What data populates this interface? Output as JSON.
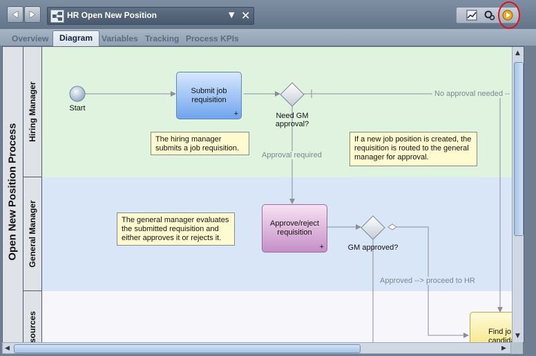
{
  "window": {
    "title": "HR Open New Position",
    "back_icon": "arrow-left-icon",
    "forward_icon": "arrow-right-icon",
    "close_glyph": "✕",
    "dropdown_glyph": "▼"
  },
  "toolbar": {
    "icons": [
      "chart-icon",
      "settings-gears-icon",
      "run-play-icon"
    ],
    "highlight_color": "#e0101a"
  },
  "tabs": [
    {
      "label": "Overview",
      "active": false
    },
    {
      "label": "Diagram",
      "active": true
    },
    {
      "label": "Variables",
      "active": false
    },
    {
      "label": "Tracking",
      "active": false
    },
    {
      "label": "Process KPIs",
      "active": false
    }
  ],
  "diagram": {
    "pool": "Open New Position Process",
    "lanes": [
      {
        "label": "Hiring Manager",
        "color": "#dff3de"
      },
      {
        "label": "General Manager",
        "color": "#d9e6f7"
      },
      {
        "label": "sources",
        "color": "#f6f6fb"
      }
    ],
    "start_event": "Start",
    "tasks": {
      "submit": "Submit job requisition",
      "approve": "Approve/reject requisition",
      "find": "Find jo candida"
    },
    "gateways": {
      "need_gm": "Need GM approval?",
      "gm_approved": "GM approved?"
    },
    "flows": {
      "no_approval": "No approval needed --",
      "approval_required": "Approval required",
      "approved_hr": "Approved --> proceed to HR"
    },
    "notes": {
      "hiring": "The hiring manager submits a job requisition.",
      "new_position": "If a new job position is created, the requisition is routed to the general manager for approval.",
      "gm": "The general manager evaluates the submitted requisition and either approves it or rejects it."
    },
    "expand_glyph": "+"
  }
}
